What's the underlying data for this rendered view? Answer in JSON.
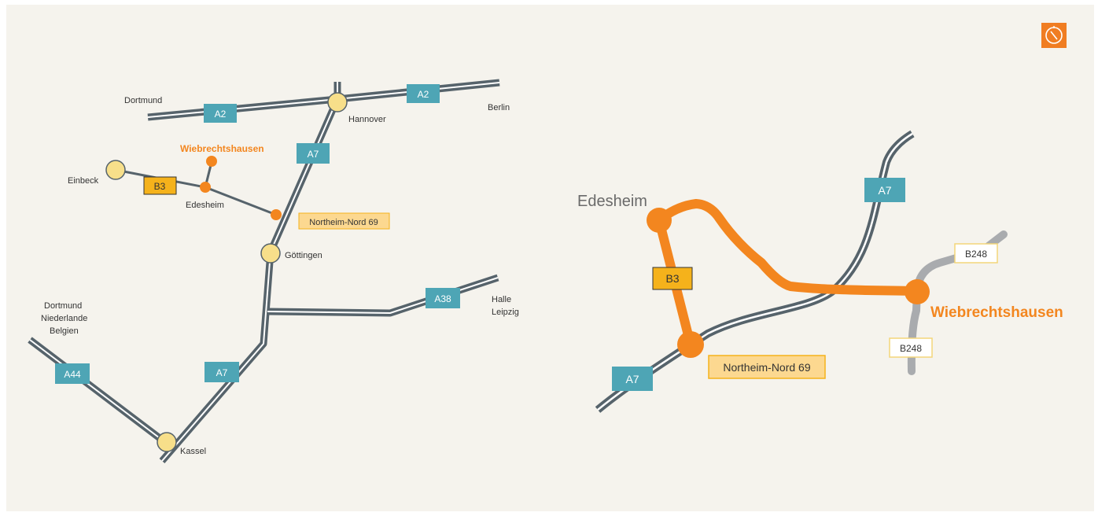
{
  "colors": {
    "background": "#f5f3ed",
    "highway": "#56636b",
    "highway_shield": "#4ea5b5",
    "route_orange": "#f3861f",
    "city_fill": "#f7df8a",
    "b3_shield": "#f5b21b",
    "exit_label_fill": "#fcd890",
    "secondary_road": "#a9abae"
  },
  "compass": {
    "icon": "compass-icon"
  },
  "overview": {
    "highways": {
      "a2_left": "A2",
      "a2_right": "A2",
      "a7_top": "A7",
      "a7_bottom": "A7",
      "a38": "A38",
      "a44": "A44"
    },
    "b3": "B3",
    "cities": {
      "hannover": "Hannover",
      "goettingen": "Göttingen",
      "kassel": "Kassel",
      "einbeck": "Einbeck",
      "edesheim": "Edesheim",
      "wiebrechtshausen": "Wiebrechtshausen"
    },
    "directions": {
      "dortmund": "Dortmund",
      "berlin": "Berlin",
      "halle": "Halle",
      "leipzig": "Leipzig",
      "sw1": "Dortmund",
      "sw2": "Niederlande",
      "sw3": "Belgien"
    },
    "exit_label": "Northeim-Nord 69"
  },
  "detail": {
    "edesheim": "Edesheim",
    "wiebrechtshausen": "Wiebrechtshausen",
    "b3": "B3",
    "a7_top": "A7",
    "a7_bottom": "A7",
    "b248_top": "B248",
    "b248_bottom": "B248",
    "exit_label": "Northeim-Nord 69"
  }
}
